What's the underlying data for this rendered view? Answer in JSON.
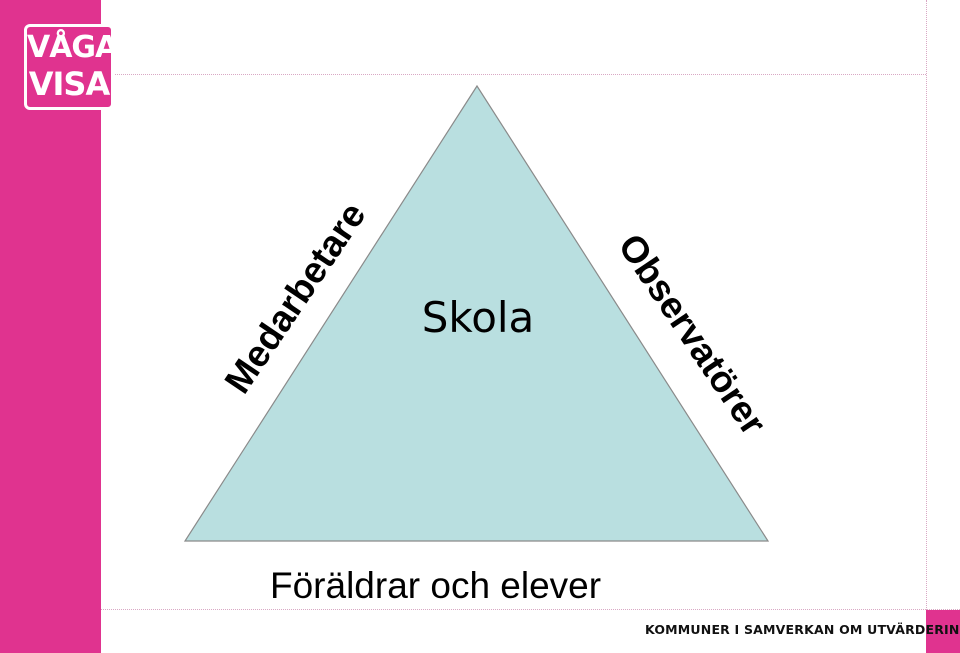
{
  "logo": {
    "line1": "VÅGA",
    "line2": "VISA"
  },
  "diagram": {
    "apex": "Skola",
    "left_side": "Medarbetare",
    "right_side": "Observatörer",
    "base": "Föräldrar och elever"
  },
  "footer": "KOMMUNER I SAMVERKAN OM UTVÄRDERING",
  "colors": {
    "brand_pink": "#e0338f",
    "triangle_fill": "#b9dfe0",
    "triangle_stroke": "#8a8a8a"
  }
}
